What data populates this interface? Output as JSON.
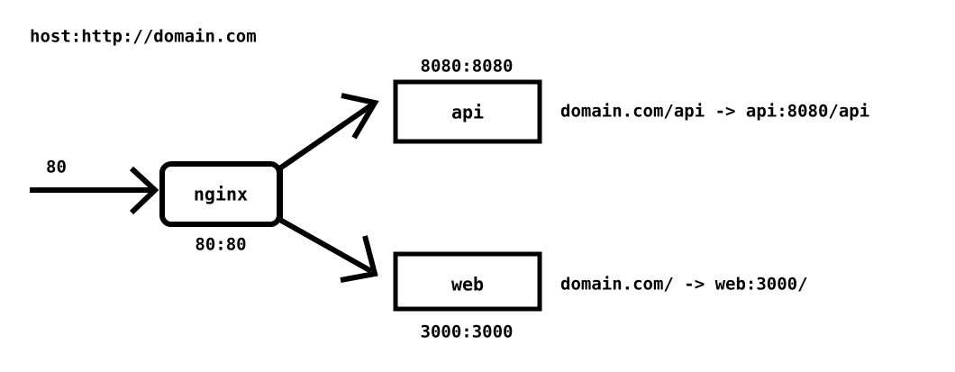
{
  "diagram": {
    "title_note": "host:http://domain.com",
    "entry": {
      "port_label": "80",
      "arrow_icon": "right-arrow-icon"
    },
    "proxy": {
      "name": "nginx",
      "port_mapping": "80:80"
    },
    "services": [
      {
        "id": "api",
        "name": "api",
        "port_mapping": "8080:8080",
        "route": "domain.com/api -> api:8080/api"
      },
      {
        "id": "web",
        "name": "web",
        "port_mapping": "3000:3000",
        "route": "domain.com/ -> web:3000/"
      }
    ],
    "colors": {
      "ink": "#000000",
      "surface": "#ffffff"
    }
  }
}
